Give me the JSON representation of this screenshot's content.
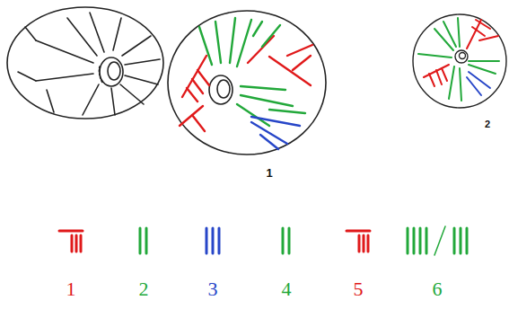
{
  "diagram": {
    "labels": [
      "1",
      "2",
      "1",
      "2",
      "3",
      "4",
      "5",
      "6"
    ]
  }
}
